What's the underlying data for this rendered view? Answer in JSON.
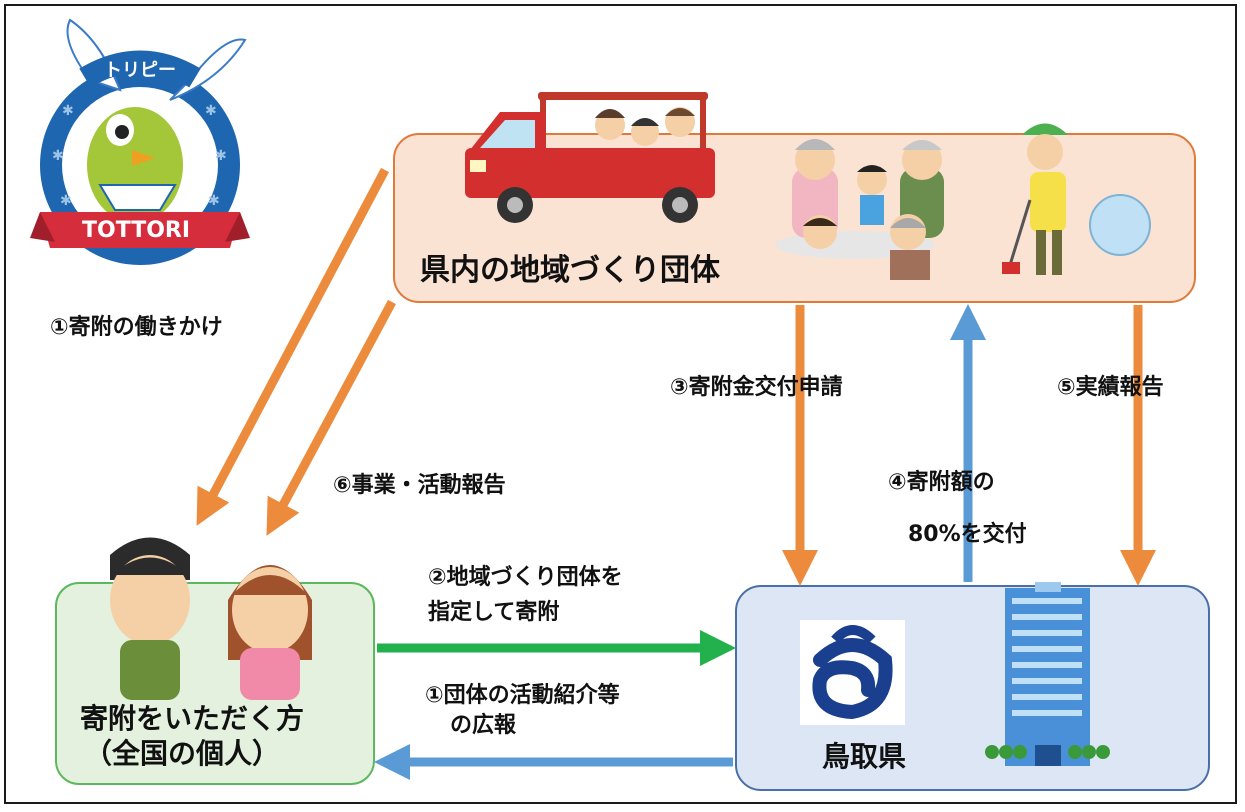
{
  "groups": {
    "label": "県内の地域づくり団体"
  },
  "donors": {
    "label_line1": "寄附をいただく方",
    "label_line2": "（全国の個人）"
  },
  "prefecture": {
    "label": "鳥取県"
  },
  "steps": {
    "s1_donation_outreach": "①寄附の働きかけ",
    "s1_publicity_line1": "①団体の活動紹介等",
    "s1_publicity_line2": "の広報",
    "s2_line1": "②地域づくり団体を",
    "s2_line2": "指定して寄附",
    "s3": "③寄附金交付申請",
    "s4_line1": "④寄附額の",
    "s4_line2": "80%を交付",
    "s5": "⑤実績報告",
    "s6": "⑥事業・活動報告"
  },
  "mascot": {
    "name_top": "トリピー",
    "name_banner": "TOTTORI"
  },
  "colors": {
    "orange_arrow": "#ec8b3c",
    "blue_arrow": "#5b9bd5",
    "green_arrow": "#22b14c",
    "groups_fill": "#fbe3d4",
    "donors_fill": "#e4f1de",
    "pref_fill": "#dce6f4"
  }
}
